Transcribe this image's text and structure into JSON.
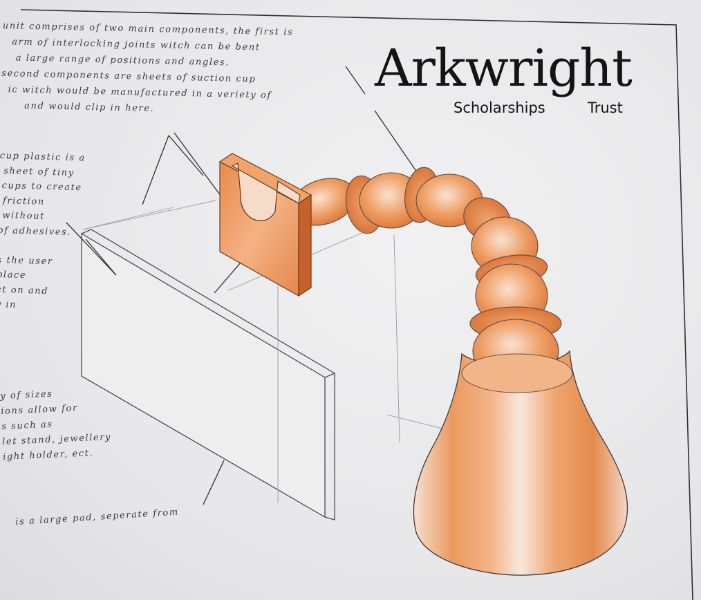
{
  "logo": {
    "word": "Arkwright",
    "sub_left": "Scholarships",
    "sub_right": "Trust"
  },
  "notes_top": [
    "unit comprises of two main components, the first is",
    "arm of interlocking joints witch can be bent",
    "a large range of positions and angles.",
    "second components are sheets of suction cup",
    "ic witch would be manufactured in a veriety of",
    "and would clip in here."
  ],
  "notes_left": [
    "cup plastic is a",
    "sheet of tiny",
    "cups to create",
    "friction",
    "without",
    "of adhesives."
  ],
  "notes_middle": [
    "s the user",
    "place",
    "ct on and",
    "y in"
  ],
  "notes_bottom": [
    "y of sizes",
    "ions allow for",
    "s such as",
    "let stand, jewellery",
    "ight holder, ect."
  ],
  "notes_last": "is a large pad, seperate from",
  "colors": {
    "paper": "#ececee",
    "pencil": "#3a3a40",
    "orange_light": "#f4c39c",
    "orange_mid": "#ec9a5c",
    "orange_dark": "#d9753a",
    "logo_ink": "#141414"
  }
}
